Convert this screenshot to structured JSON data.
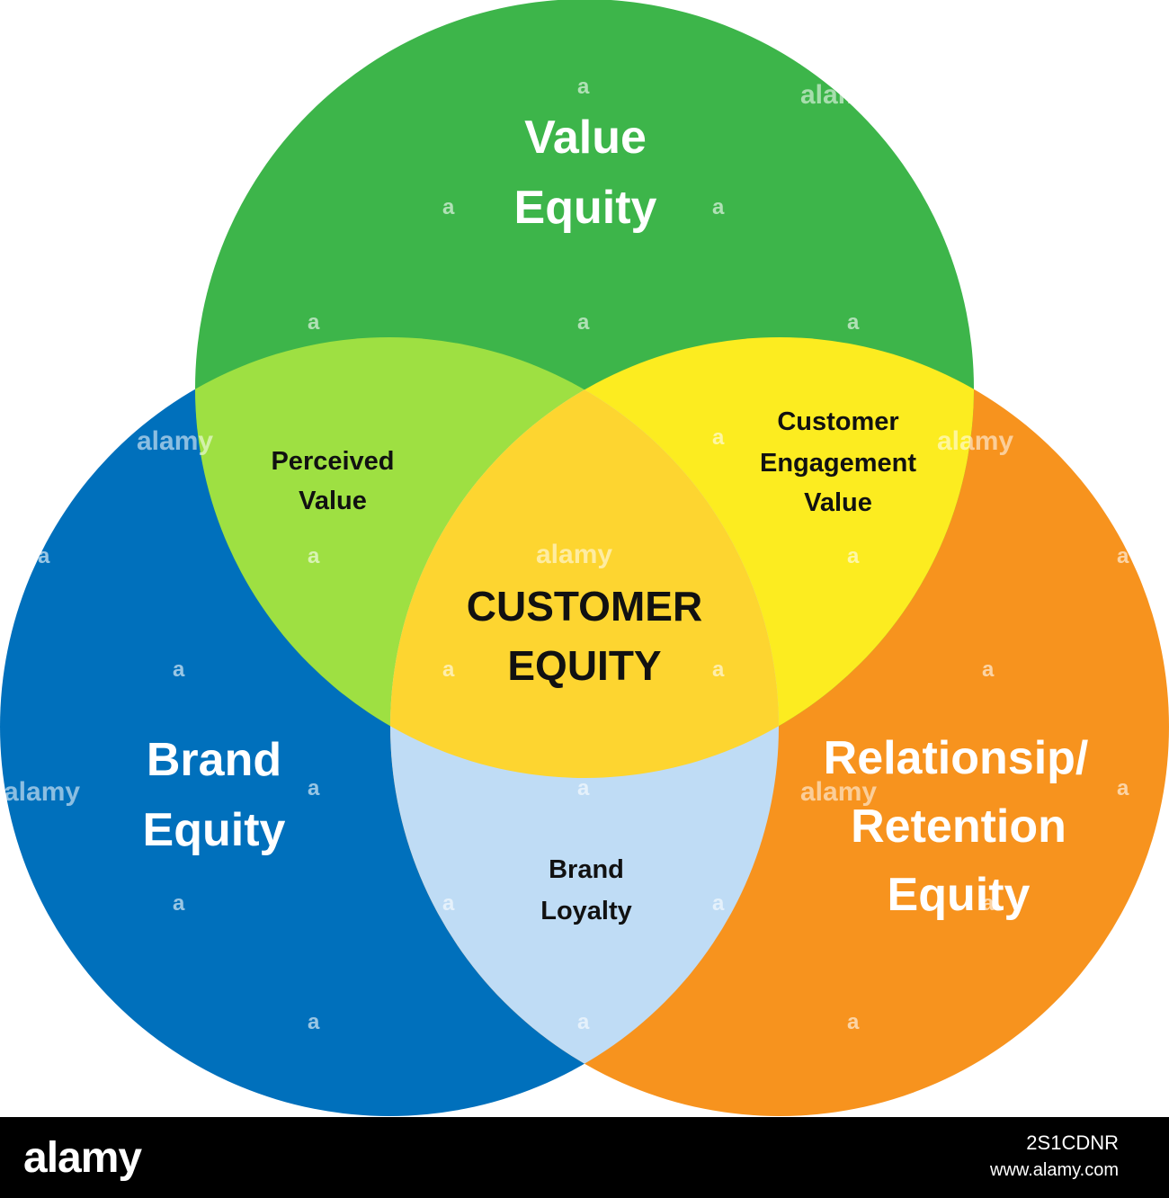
{
  "diagram": {
    "circles": {
      "value_equity": {
        "line1": "Value",
        "line2": "Equity",
        "color": "#3db54a"
      },
      "brand_equity": {
        "line1": "Brand",
        "line2": "Equity",
        "color": "#0070bc"
      },
      "relationship_equity": {
        "line1": "Relationsip/",
        "line2": "Retention",
        "line3": "Equity",
        "color": "#f7931e"
      }
    },
    "overlaps": {
      "perceived_value": {
        "line1": "Perceived",
        "line2": "Value",
        "color": "#9ee042"
      },
      "customer_engagement_value": {
        "line1": "Customer",
        "line2": "Engagement",
        "line3": "Value",
        "color": "#fcec20"
      },
      "brand_loyalty": {
        "line1": "Brand",
        "line2": "Loyalty",
        "color": "#bfdcf5"
      }
    },
    "center": {
      "line1": "CUSTOMER",
      "line2": "EQUITY",
      "color": "#fdd530"
    }
  },
  "watermark": {
    "text": "alamy",
    "letter": "a"
  },
  "footer": {
    "logo": "alamy",
    "image_id": "2S1CDNR",
    "site": "www.alamy.com"
  }
}
